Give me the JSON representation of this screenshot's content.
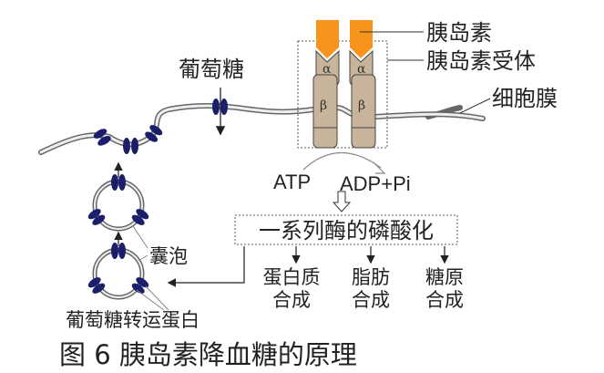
{
  "labels": {
    "insulin": "胰岛素",
    "insulin_receptor": "胰岛素受体",
    "cell_membrane": "细胞膜",
    "glucose": "葡萄糖",
    "alpha": "α",
    "beta": "β",
    "atp": "ATP",
    "adp_pi": "ADP+Pi",
    "phosphorylation": "一系列酶的磷酸化",
    "vesicle": "囊泡",
    "glucose_transporter": "葡萄糖转运蛋白"
  },
  "outcomes": [
    {
      "line1": "蛋白质",
      "line2": "合成"
    },
    {
      "line1": "脂肪",
      "line2": "合成"
    },
    {
      "line1": "糖原",
      "line2": "合成"
    }
  ],
  "caption": "图 6  胰岛素降血糖的原理",
  "colors": {
    "insulin": "#F7941D",
    "receptor": "#C8B49A",
    "transporter": "#1B1F6B",
    "membrane": "#777777"
  }
}
